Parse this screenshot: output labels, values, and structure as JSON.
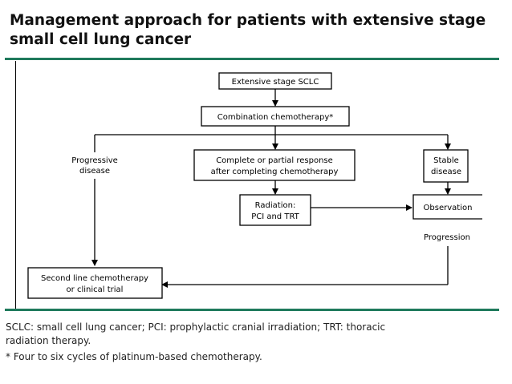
{
  "title": {
    "line1": "Management approach for patients with extensive stage",
    "line2": "small cell lung cancer"
  },
  "flowchart": {
    "extensive": "Extensive stage SCLC",
    "combination": "Combination chemotherapy*",
    "progressive_1": "Progressive",
    "progressive_2": "disease",
    "response_1": "Complete or partial response",
    "response_2": "after completing chemotherapy",
    "stable_1": "Stable",
    "stable_2": "disease",
    "radiation_1": "Radiation:",
    "radiation_2": "PCI and TRT",
    "observation": "Observation",
    "progression": "Progression",
    "secondline_1": "Second line chemotherapy",
    "secondline_2": "or clinical trial"
  },
  "footnotes": {
    "line1": "SCLC: small cell lung cancer; PCI: prophylactic cranial irradiation; TRT: thoracic",
    "line2": "radiation therapy.",
    "line3": "* Four to six cycles of platinum-based chemotherapy."
  },
  "colors": {
    "rule": "#1f7a5c",
    "lines": "#000000"
  }
}
